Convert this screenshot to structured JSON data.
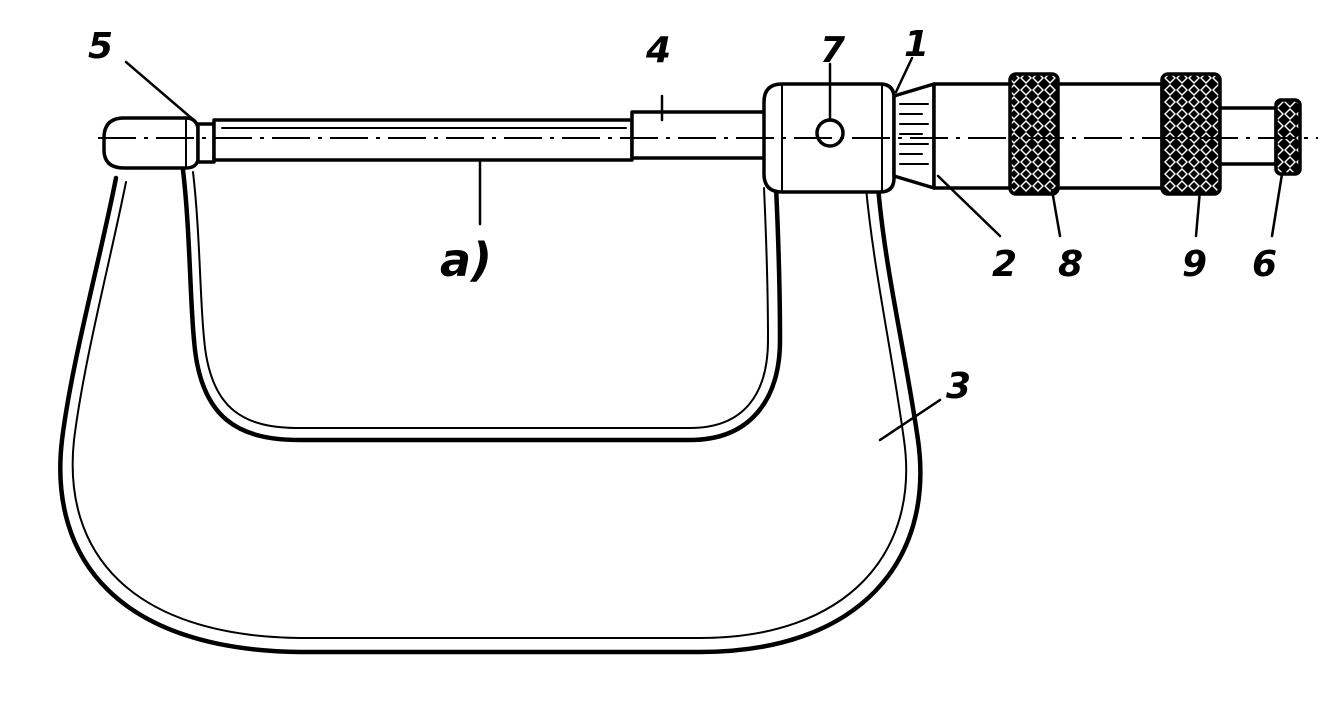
{
  "diagram": {
    "labels": {
      "c1": "1",
      "c2": "2",
      "c3": "3",
      "c4": "4",
      "c5": "5",
      "c6": "6",
      "c7": "7",
      "c8": "8",
      "c9": "9",
      "ca": "a)"
    },
    "colors": {
      "ink": "#000000",
      "paper": "#ffffff"
    }
  }
}
